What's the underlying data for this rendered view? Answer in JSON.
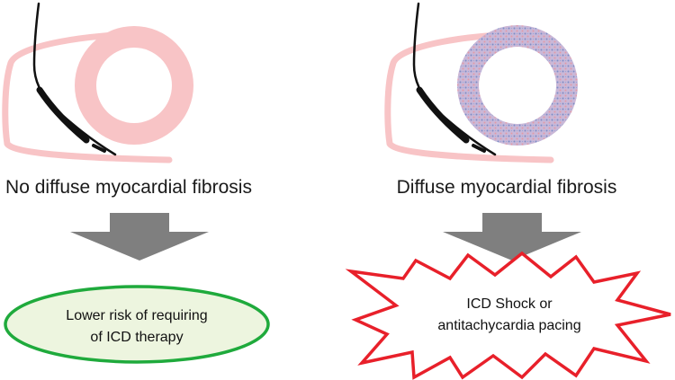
{
  "left_panel": {
    "caption": "No diffuse myocardial fibrosis",
    "outcome_line1": "Lower risk of requiring",
    "outcome_line2": "of ICD therapy"
  },
  "right_panel": {
    "caption": "Diffuse myocardial fibrosis",
    "outcome_line1": "ICD Shock or",
    "outcome_line2": "antitachycardia pacing"
  },
  "colors": {
    "myocardium": "#f8c4c6",
    "fibrosis_base": "#c9b8d8",
    "fibrosis_dot_a": "#7b8fc8",
    "fibrosis_dot_b": "#e49aa6",
    "lead": "#111111",
    "arrow": "#7f7f7f",
    "ellipse_border": "#1faa3c",
    "starburst_border": "#e8202a"
  }
}
